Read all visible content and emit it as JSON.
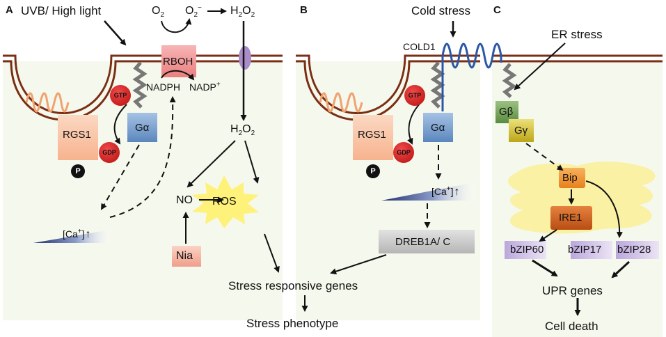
{
  "panel_a": {
    "letter": "A",
    "stimulus": "UVB/ High light",
    "o2": "O",
    "o2_sub": "2",
    "superoxide": "O",
    "superoxide_sub": "2",
    "superoxide_sup": "−",
    "h2o2_top": "H",
    "h2o2_top_sub1": "2",
    "h2o2_top_o": "O",
    "h2o2_top_sub2": "2",
    "rboh": "RBOH",
    "nadph": "NADPH",
    "nadp": "NADP",
    "nadp_sup": "+",
    "gtp": "GTP",
    "gdp": "GDP",
    "galpha": "Gα",
    "rgs1": "RGS1",
    "phospho": "P",
    "ca": "[Ca",
    "ca_sup": "+",
    "ca_end": "]",
    "h2o2_mid": "H",
    "h2o2_mid_sub1": "2",
    "h2o2_mid_o": "O",
    "h2o2_mid_sub2": "2",
    "no": "NO",
    "ros": "ROS",
    "nia": "Nia"
  },
  "panel_b": {
    "letter": "B",
    "stimulus": "Cold stress",
    "cold1": "COLD1",
    "gtp": "GTP",
    "gdp": "GDP",
    "galpha": "Gα",
    "rgs1": "RGS1",
    "phospho": "P",
    "ca": "[Ca",
    "ca_sup": "+",
    "ca_end": "]",
    "dreb": "DREB1A/ C"
  },
  "panel_c": {
    "letter": "C",
    "stimulus": "ER stress",
    "gbeta": "Gβ",
    "ggamma": "Gγ",
    "bip": "Bip",
    "ire1": "IRE1",
    "bzip60": "bZIP60",
    "bzip17": "bZIP17",
    "bzip28": "bZIP28",
    "upr": "UPR genes",
    "death": "Cell death"
  },
  "shared": {
    "responsive": "Stress responsive genes",
    "phenotype": "Stress phenotype"
  },
  "colors": {
    "membrane": "#7a2e14",
    "cytoplasm": "#f5f8ec",
    "rgs1": "#f9c9a9",
    "galpha": "#6f97c8",
    "rboh": "#f09090",
    "gbeta": "#6c9a54",
    "ggamma": "#c9b62a",
    "bip": "#f0902c",
    "ire1": "#d0601e",
    "bzip": "#d0c2e4",
    "dreb": "#c7c7c7",
    "nia": "#f2b3a2",
    "ros": "#fff27a",
    "er": "#fbef9c",
    "cold1": "#2a57a8"
  }
}
